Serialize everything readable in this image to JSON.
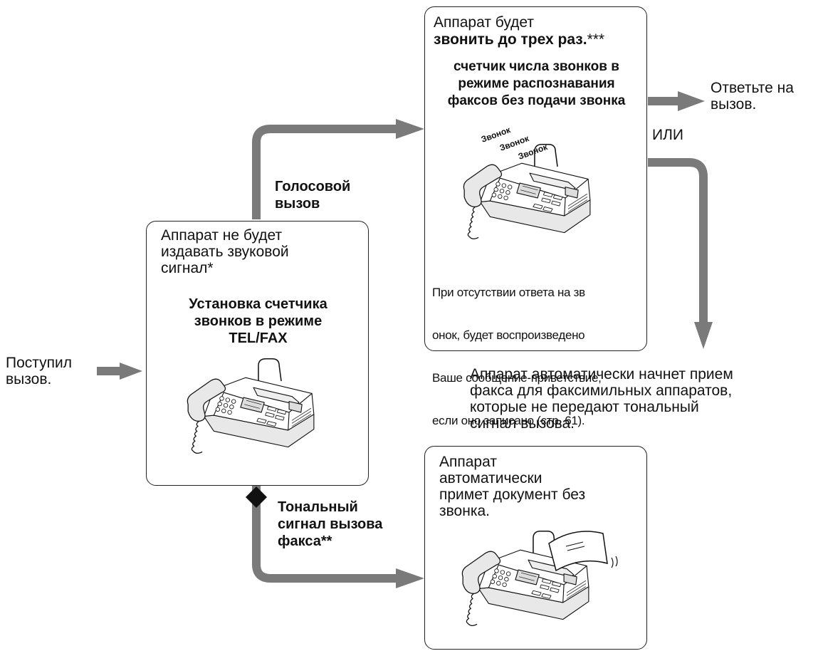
{
  "colors": {
    "arrow": "#7a7a7a",
    "ink": "#111111",
    "box_border": "#222222",
    "background": "#ffffff"
  },
  "incoming": {
    "text": "Поступил\nвызов."
  },
  "left_box": {
    "line1": "Аппарат не будет\nиздавать звуковой\nсигнал*",
    "bold": "Установка счетчика\nзвонков в режиме\nTEL/FAX",
    "image": "fax-machine-icon"
  },
  "voice_label": "Голосовой\nвызов",
  "fax_tone_label": "Тональный\nсигнал вызова\nфакса**",
  "top_box": {
    "line1": "Аппарат будет",
    "bold_line": "звонить до трех раз.",
    "stars": "***",
    "bold_block": "счетчик числа звонков в\nрежиме распознавания\nфаксов без подачи звонка",
    "ring_words": [
      "Звонок",
      "Звонок",
      "Звонок"
    ],
    "image": "fax-machine-icon",
    "note_lines": [
      "При отсутствии ответа на зв",
      "онок, будет воспроизведено",
      "Ваше сообщение-приветствие,",
      "если оно записано (стр. 61)."
    ]
  },
  "answer_text": "Ответьте на\nвызов.",
  "or_text": "ИЛИ",
  "auto_text": "Аппарат автоматически начнет прием\nфакса для факсимильных аппаратов,\nкоторые не передают тональный\nсигнал вызова.",
  "bottom_box": {
    "text": "Аппарат\nавтоматически\nпримет документ без\nзвонка.",
    "image": "fax-machine-icon"
  }
}
